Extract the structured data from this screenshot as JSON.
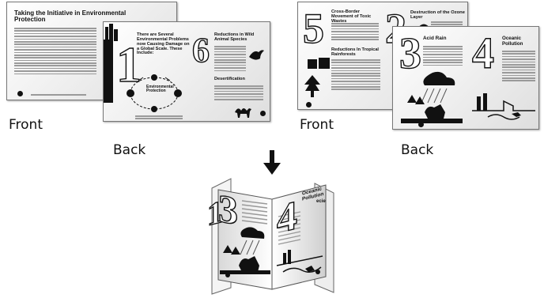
{
  "labels": {
    "left_front": "Front",
    "left_back": "Back",
    "right_front": "Front",
    "right_back": "Back"
  },
  "sheets": {
    "left_front": {
      "title": "Taking the Initiative in Environmental Protection"
    },
    "left_back": {
      "number_left": "1",
      "heading_left": "There are Several Environmental Problems now Causing Damage on a Global Scale. These Include:",
      "cycle_title": "Environmental Protection",
      "number_right": "6",
      "heading_right": "Reductions in Wild Animal Species",
      "heading_right_2": "Desertification"
    },
    "right_front": {
      "number_left": "5",
      "heading_left": "Cross-Border Movement of Toxic Wastes",
      "heading_left_2": "Reductions In Tropical Rainforests",
      "number_right": "2",
      "heading_right": "Destruction of the Ozone Layer"
    },
    "right_back": {
      "number_left": "3",
      "heading_left": "Acid Rain",
      "number_right": "4",
      "heading_right": "Oceanic Pollution"
    },
    "folded": {
      "number_left": "1",
      "number_mid": "3",
      "number_right": "4",
      "heading": "Oceanic Pollution",
      "edge_text": "ecie"
    }
  }
}
